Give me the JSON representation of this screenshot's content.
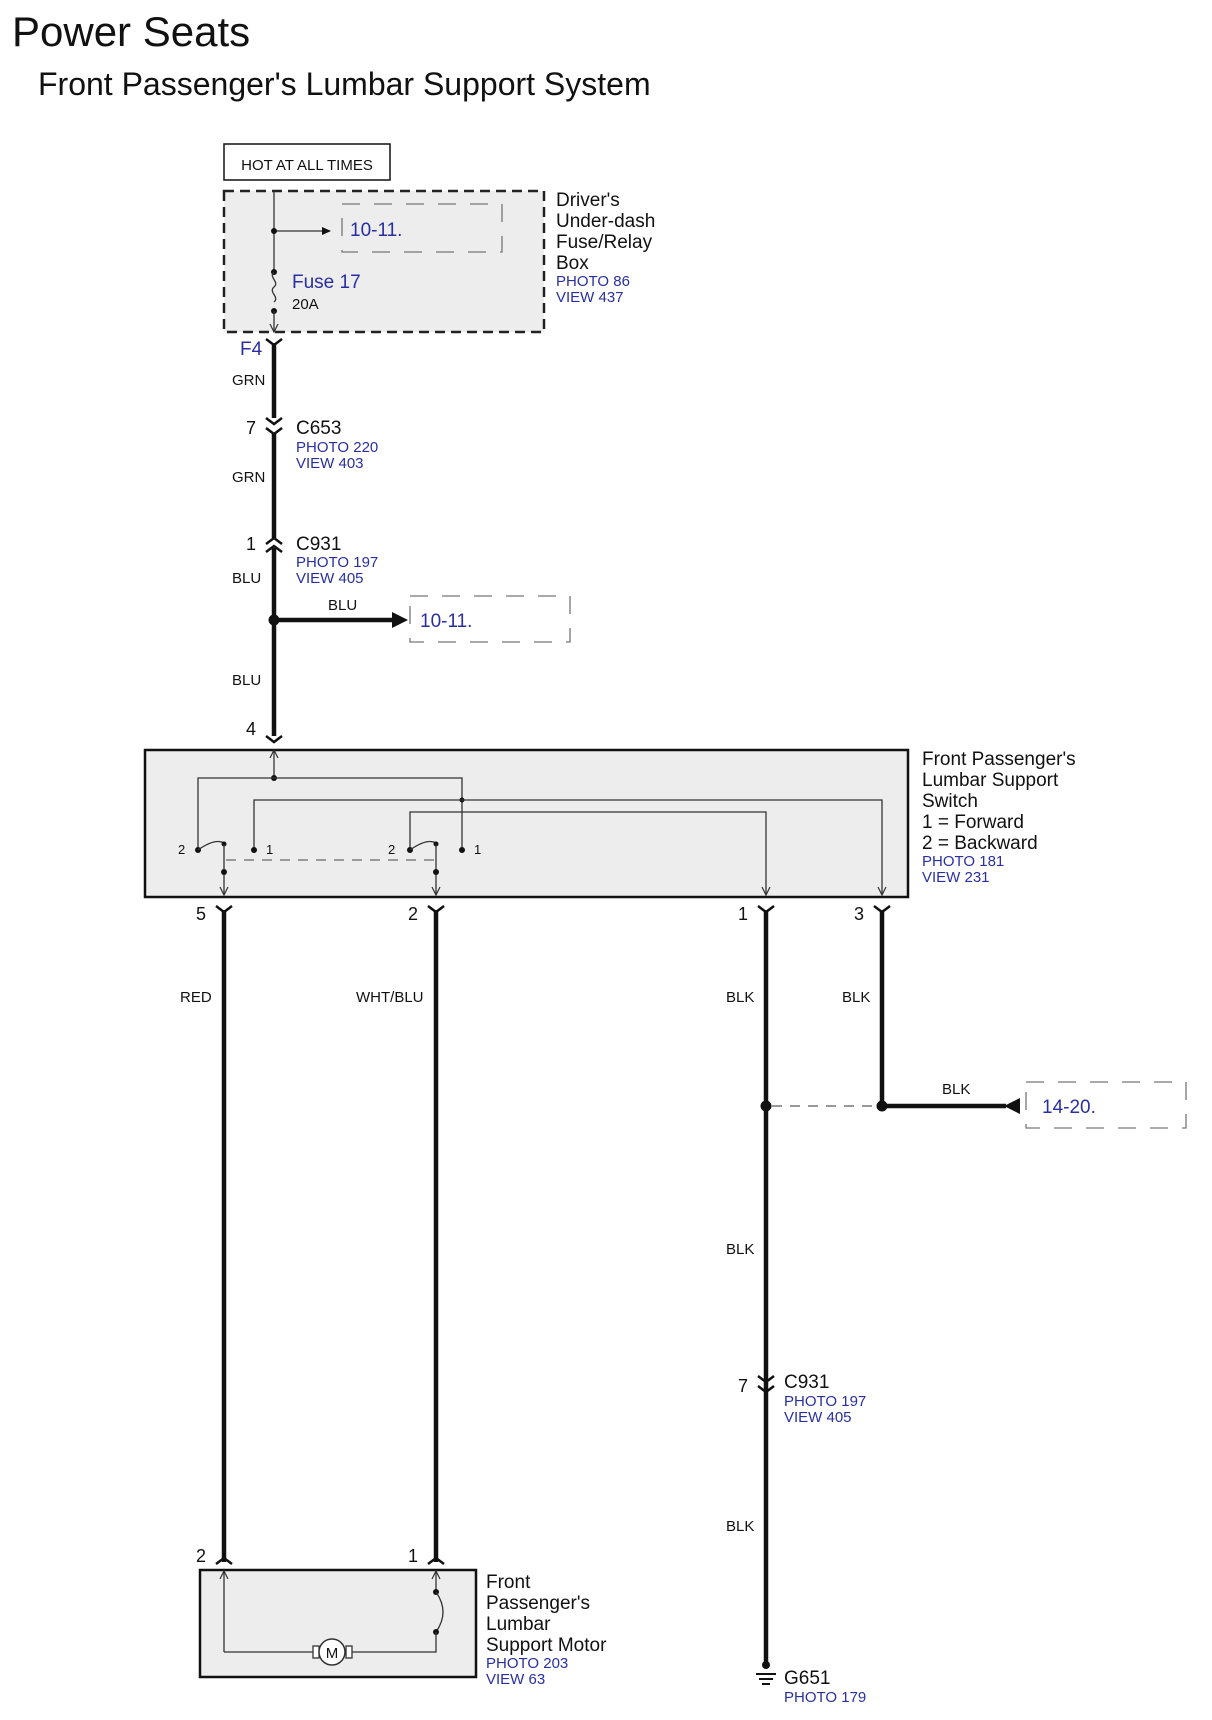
{
  "header": {
    "title": "Power Seats",
    "subtitle": "Front Passenger's Lumbar Support System"
  },
  "power": {
    "label": "HOT AT ALL TIMES"
  },
  "fuse_box": {
    "name_lines": [
      "Driver's",
      "Under-dash",
      "Fuse/Relay",
      "Box"
    ],
    "photo": "PHOTO 86",
    "view": "VIEW 437",
    "fuse_label": "Fuse 17",
    "fuse_rating": "20A",
    "xref": "10-11.",
    "terminal": "F4"
  },
  "wires": {
    "grn_1": "GRN",
    "grn_2": "GRN",
    "blu_1": "BLU",
    "blu_branch": "BLU",
    "blu_2": "BLU",
    "red": "RED",
    "wht_blu": "WHT/BLU",
    "blk_1": "BLK",
    "blk_3": "BLK",
    "blk_branch": "BLK",
    "blk_lower_1": "BLK",
    "blk_lower_2": "BLK"
  },
  "connectors": {
    "c653": {
      "pin": "7",
      "name": "C653",
      "photo": "PHOTO 220",
      "view": "VIEW 403"
    },
    "c931_top": {
      "pin": "1",
      "name": "C931",
      "photo": "PHOTO 197",
      "view": "VIEW 405"
    },
    "c931_bottom": {
      "pin": "7",
      "name": "C931",
      "photo": "PHOTO 197",
      "view": "VIEW 405"
    }
  },
  "xrefs": {
    "blu_branch": "10-11.",
    "blk_branch": "14-20."
  },
  "switch": {
    "name_lines": [
      "Front Passenger's",
      "Lumbar Support",
      "Switch",
      "1 = Forward",
      "2 = Backward"
    ],
    "photo": "PHOTO 181",
    "view": "VIEW 231",
    "pin_top": "4",
    "pins_bottom": [
      "5",
      "2",
      "1",
      "3"
    ],
    "contact_labels": [
      "2",
      "1",
      "2",
      "1"
    ]
  },
  "motor": {
    "name_lines": [
      "Front",
      "Passenger's",
      "Lumbar",
      "Support Motor"
    ],
    "photo": "PHOTO 203",
    "view": "VIEW 63",
    "pins": [
      "2",
      "1"
    ],
    "symbol": "M"
  },
  "ground": {
    "name": "G651",
    "photo": "PHOTO 179"
  }
}
